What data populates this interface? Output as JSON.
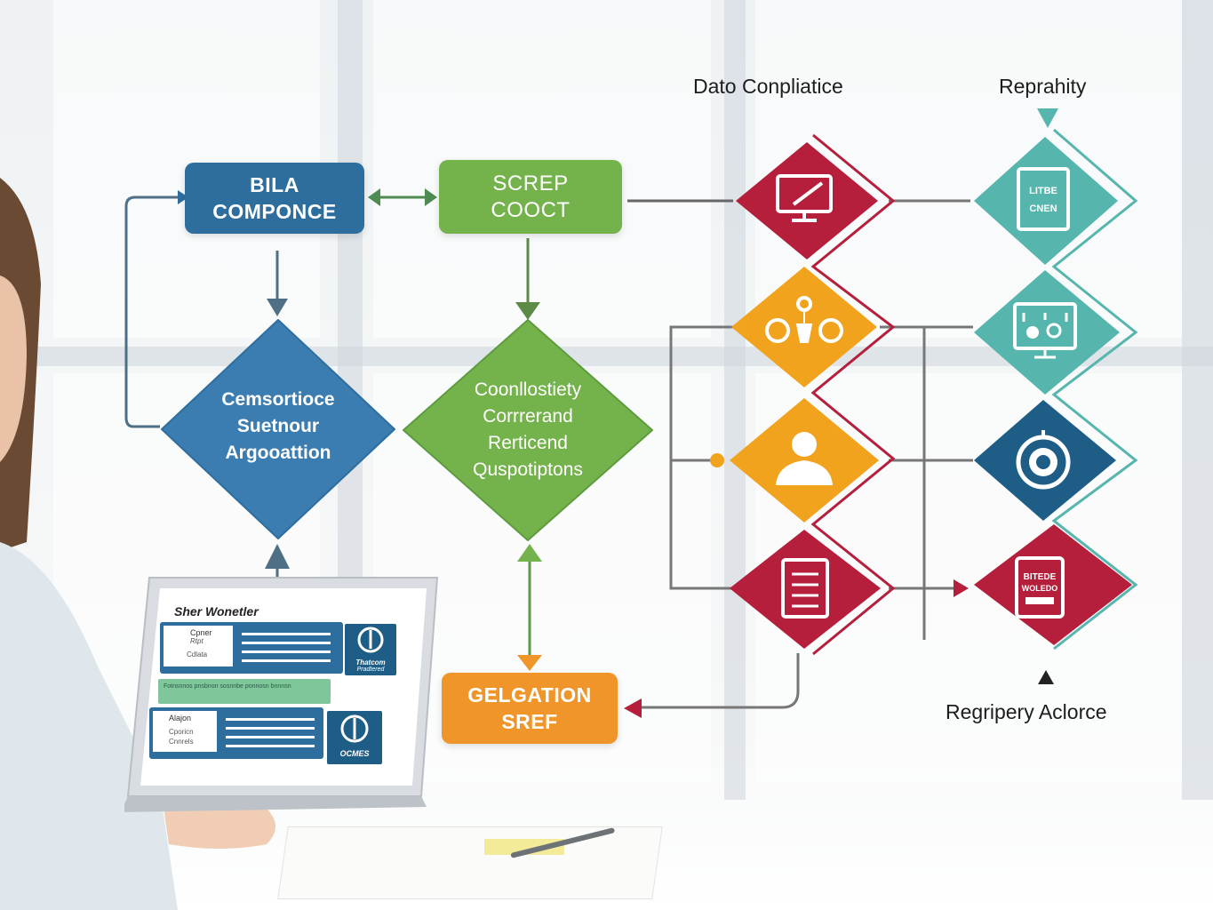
{
  "headers": {
    "left": "Dato Conpliatice",
    "right": "Reprahity",
    "bottom": "Regripery Aclorce"
  },
  "boxes": {
    "blue": [
      "BILA",
      "COMPONCE"
    ],
    "green": [
      "SCREP",
      "COOCT"
    ],
    "orange": [
      "GELGATION",
      "SREF"
    ]
  },
  "diamonds": {
    "blue": [
      "Cemsortioce",
      "Suetnour",
      "Argooattion"
    ],
    "green": [
      "Coonllostiety",
      "Corrrerand",
      "Rerticend",
      "Quspotiptons"
    ]
  },
  "icons": {
    "col1": [
      "monitor-tools-icon",
      "network-nodes-icon",
      "person-icon",
      "document-list-icon"
    ],
    "col2": [
      "tablet-doc-icon",
      "dashboard-screen-icon",
      "globe-badge-icon",
      "report-tablet-icon"
    ],
    "col2_text": {
      "top": [
        "LITBE",
        "CNEN"
      ],
      "bottom": [
        "BITEDE",
        "WOLEDO"
      ]
    }
  },
  "laptop": {
    "title": "Sher Wonetler",
    "card1": {
      "line1": "Cpner",
      "line2": "Rtpt",
      "line3": "Cdlata",
      "badge": [
        "Thatcom",
        "Pradtered"
      ]
    },
    "strip_text": "Fotnsnnos pnsbnon sosnnbe ponnosn bnnnsn",
    "card2": {
      "line1": "Alajon",
      "line2": "Cporicn",
      "line3": "Cnnrels",
      "badge": [
        "OCMES"
      ]
    }
  },
  "colors": {
    "blue": "#2e6e9e",
    "blue_diamond": "#3b7db1",
    "green": "#74b24b",
    "orange": "#f0952a",
    "gold": "#f2a31d",
    "red": "#b51f3c",
    "teal": "#56b6ae",
    "navy": "#1d5d86",
    "line": "#555c60"
  }
}
